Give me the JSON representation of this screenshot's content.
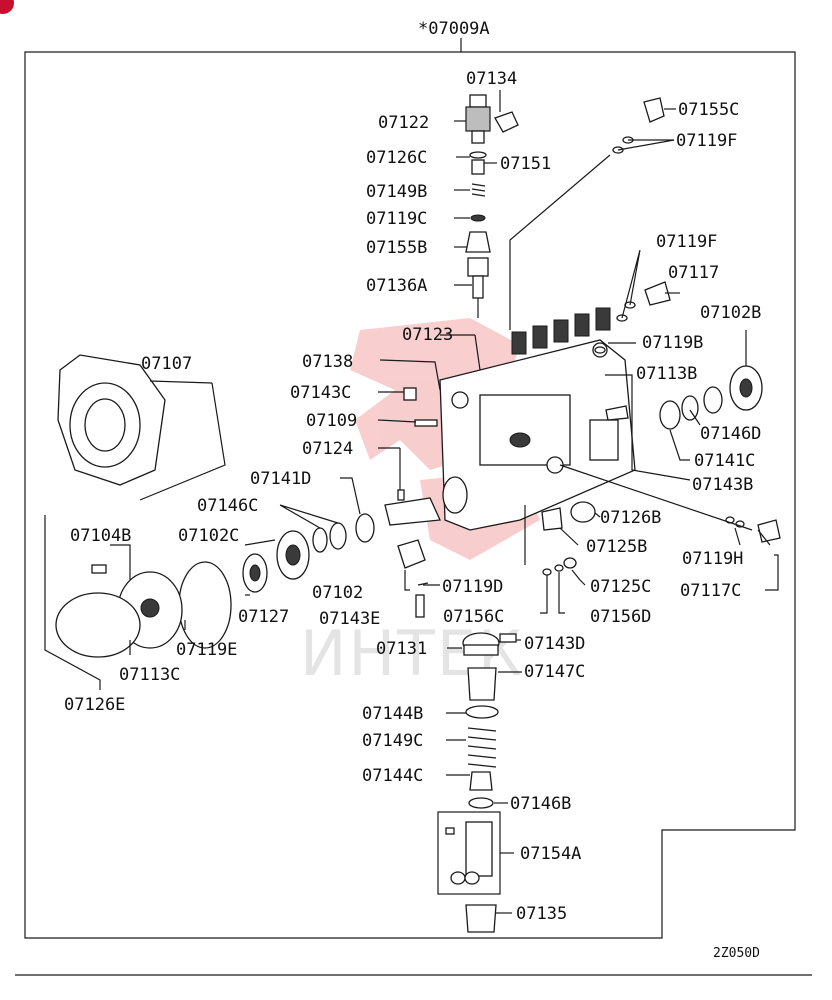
{
  "diagram": {
    "assembly_number": "*07009A",
    "drawing_code": "2Z050D",
    "watermark_text": "ИНТЕК",
    "part_numbers": [
      "07134",
      "07122",
      "07126C",
      "07151",
      "07149B",
      "07119C",
      "07155B",
      "07136A",
      "07155C",
      "07119F",
      "07119F",
      "07117",
      "07102B",
      "07119B",
      "07113B",
      "07146D",
      "07141C",
      "07143B",
      "07123",
      "07138",
      "07143C",
      "07109",
      "07124",
      "07107",
      "07141D",
      "07146C",
      "07102C",
      "07104B",
      "07126B",
      "07125B",
      "07119H",
      "07117C",
      "07125C",
      "07119D",
      "07102",
      "07156C",
      "07156D",
      "07127",
      "07143E",
      "07119E",
      "07113C",
      "07126E",
      "07131",
      "07143D",
      "07147C",
      "07144B",
      "07149C",
      "07144C",
      "07146B",
      "07154A",
      "07135"
    ]
  },
  "colors": {
    "ink": "#1a1a1a",
    "watermark": "#e02020",
    "badge": "#c8102e"
  }
}
